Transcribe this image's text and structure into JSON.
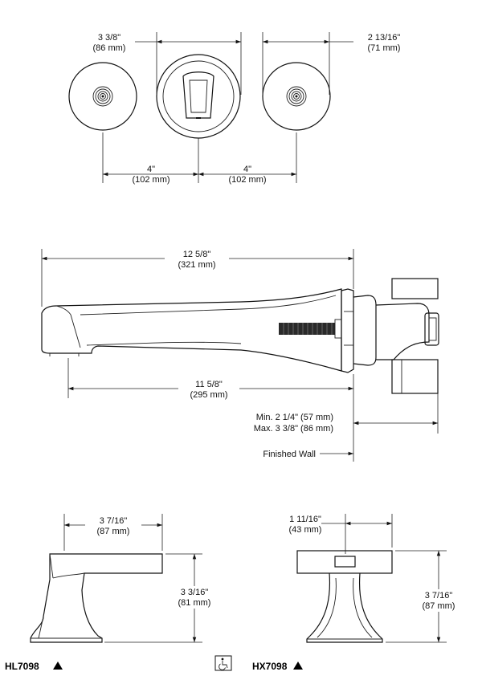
{
  "top_view": {
    "escutcheon_dia": {
      "in": "3 3/8\"",
      "mm": "(86 mm)"
    },
    "handle_dia": {
      "in": "2 13/16\"",
      "mm": "(71 mm)"
    },
    "spacing_left": {
      "in": "4\"",
      "mm": "(102 mm)"
    },
    "spacing_right": {
      "in": "4\"",
      "mm": "(102 mm)"
    }
  },
  "side_view": {
    "overall_length": {
      "in": "12 5/8\"",
      "mm": "(321 mm)"
    },
    "spout_reach": {
      "in": "11 5/8\"",
      "mm": "(295 mm)"
    },
    "wall_min": "Min. 2 1/4\" (57 mm)",
    "wall_max": "Max. 3 3/8\" (86 mm)",
    "finished_wall": "Finished Wall"
  },
  "hl7098": {
    "model": "HL7098",
    "length": {
      "in": "3 7/16\"",
      "mm": "(87 mm)"
    },
    "height": {
      "in": "3 3/16\"",
      "mm": "(81 mm)"
    }
  },
  "hx7098": {
    "model": "HX7098",
    "width": {
      "in": "1 11/16\"",
      "mm": "(43 mm)"
    },
    "height": {
      "in": "3 7/16\"",
      "mm": "(87 mm)"
    }
  },
  "icons": {
    "accessibility": "wheelchair-icon",
    "warning": "triangle-icon"
  }
}
